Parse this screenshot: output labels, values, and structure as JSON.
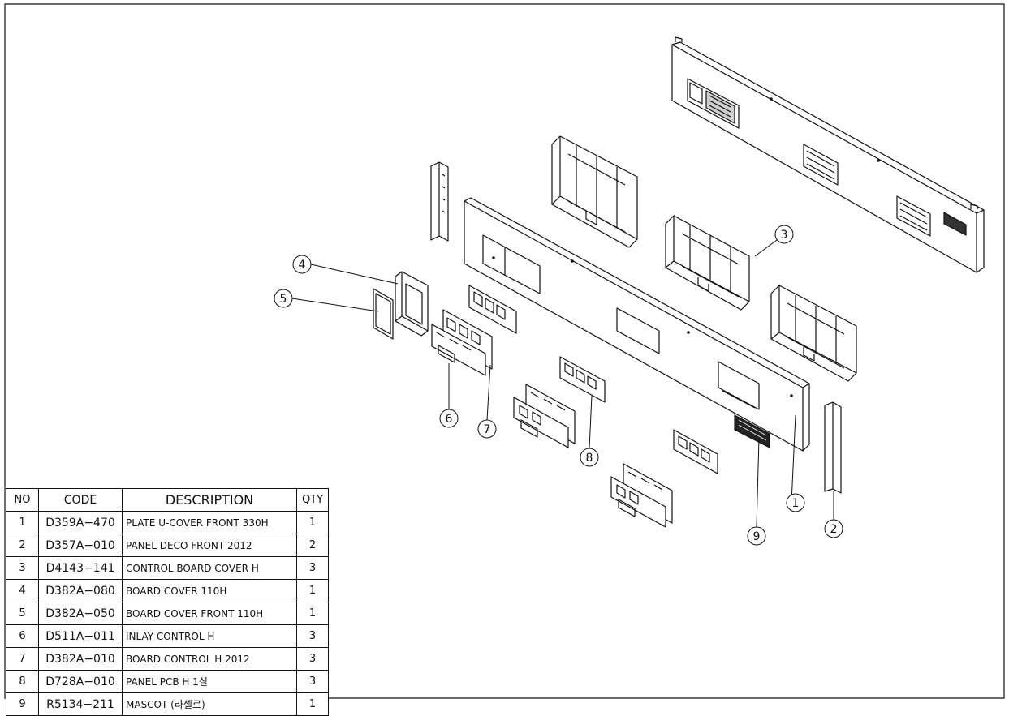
{
  "bom_table": {
    "headers": {
      "no": "NO",
      "code": "CODE",
      "description": "DESCRIPTION",
      "qty": "QTY"
    },
    "rows": [
      {
        "no": "1",
        "code": "D359A−470",
        "description": "PLATE U-COVER FRONT 330H",
        "qty": "1"
      },
      {
        "no": "2",
        "code": "D357A−010",
        "description": "PANEL DECO FRONT 2012",
        "qty": "2"
      },
      {
        "no": "3",
        "code": "D4143−141",
        "description": "CONTROL BOARD COVER H",
        "qty": "3"
      },
      {
        "no": "4",
        "code": "D382A−080",
        "description": "BOARD  COVER  110H",
        "qty": "1"
      },
      {
        "no": "5",
        "code": "D382A−050",
        "description": "BOARD COVER FRONT 110H",
        "qty": "1"
      },
      {
        "no": "6",
        "code": "D511A−011",
        "description": "INLAY  CONTROL  H",
        "qty": "3"
      },
      {
        "no": "7",
        "code": "D382A−010",
        "description": "BOARD  CONTROL  H  2012",
        "qty": "3"
      },
      {
        "no": "8",
        "code": "D728A−010",
        "description": "PANEL PCB H 1실",
        "qty": "3"
      },
      {
        "no": "9",
        "code": "R5134−211",
        "description": "MASCOT (라셀르)",
        "qty": "1"
      }
    ]
  },
  "balloons": [
    "1",
    "2",
    "3",
    "4",
    "5",
    "6",
    "7",
    "8",
    "9"
  ],
  "colors": {
    "line": "#111111",
    "background": "#ffffff"
  }
}
